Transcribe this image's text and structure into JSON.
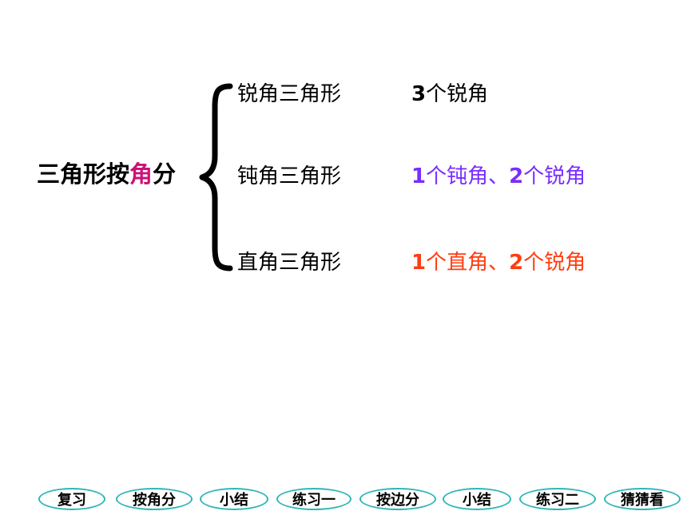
{
  "title": {
    "prefix": "三角形按",
    "highlight": "角",
    "suffix": "分",
    "highlight_color": "#cc1177"
  },
  "rows": [
    {
      "category": "锐角三角形",
      "num1": "3",
      "text1": "个锐角",
      "sep": "",
      "num2": "",
      "text2": "",
      "color": "#000000"
    },
    {
      "category": "钝角三角形",
      "num1": "1",
      "text1": "个钝角",
      "sep": "、",
      "num2": "2",
      "text2": "个锐角",
      "color": "#7a2cff"
    },
    {
      "category": "直角三角形",
      "num1": "1",
      "text1": "个直角",
      "sep": "、",
      "num2": "2",
      "text2": "个锐角",
      "color": "#ff3d10"
    }
  ],
  "nav": {
    "border_color": "#2fb6b8",
    "buttons": [
      {
        "label": "复习"
      },
      {
        "label": "按角分"
      },
      {
        "label": "小结"
      },
      {
        "label": "练习一"
      },
      {
        "label": "按边分"
      },
      {
        "label": "小结"
      },
      {
        "label": "练习二"
      },
      {
        "label": "猜猜看"
      }
    ]
  }
}
